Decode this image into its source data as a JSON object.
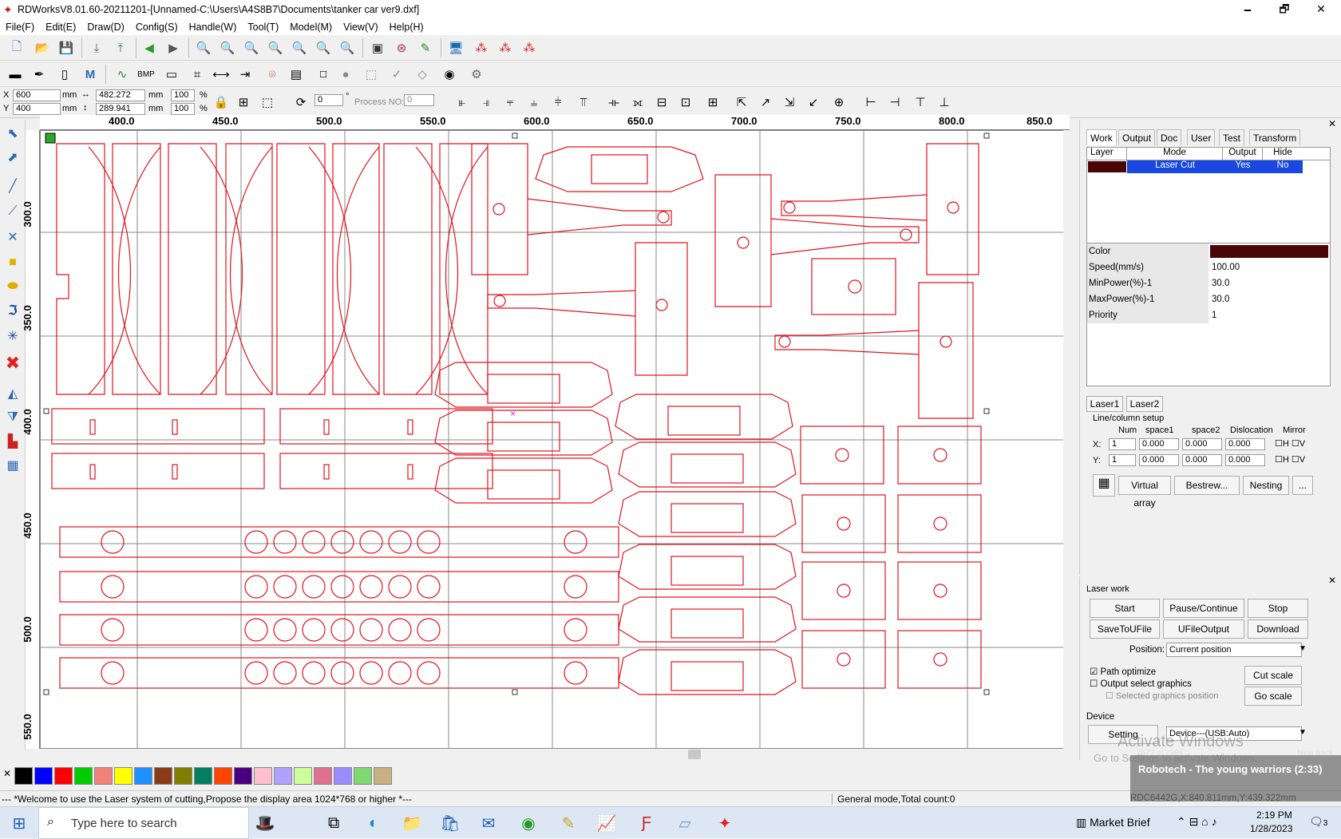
{
  "window": {
    "title": "RDWorksV8.01.60-20211201-[Unnamed-C:\\Users\\A4S8B7\\Documents\\tanker car ver9.dxf]",
    "minimize": "🗕",
    "maximize": "🗗",
    "close": "✕"
  },
  "menu": [
    "File(F)",
    "Edit(E)",
    "Draw(D)",
    "Config(S)",
    "Handle(W)",
    "Tool(T)",
    "Model(M)",
    "View(V)",
    "Help(H)"
  ],
  "coords": {
    "x_label": "X",
    "y_label": "Y",
    "x": "600",
    "y": "400",
    "unit": "mm",
    "w": "482.272",
    "h": "289.941",
    "w_pct": "100",
    "h_pct": "100",
    "pct": "%",
    "rotate": "0",
    "deg": "°",
    "process_label": "Process NO:",
    "process_no": "0"
  },
  "ruler": {
    "h": [
      "400.0",
      "450.0",
      "500.0",
      "550.0",
      "600.0",
      "650.0",
      "700.0",
      "750.0",
      "800.0",
      "850.0"
    ],
    "v": [
      "300.0",
      "350.0",
      "400.0",
      "450.0",
      "500.0",
      "550.0"
    ]
  },
  "tabs": [
    "Work",
    "Output",
    "Doc",
    "User",
    "Test",
    "Transform"
  ],
  "layers": {
    "headers": [
      "Layer",
      "Mode",
      "Output",
      "Hide"
    ],
    "rows": [
      {
        "color": "#4a0606",
        "mode": "Laser Cut",
        "output": "Yes",
        "hide": "No"
      }
    ]
  },
  "props": [
    {
      "name": "Color",
      "value": ""
    },
    {
      "name": "Speed(mm/s)",
      "value": "100.00"
    },
    {
      "name": "MinPower(%)-1",
      "value": "30.0"
    },
    {
      "name": "MaxPower(%)-1",
      "value": "30.0"
    },
    {
      "name": "Priority",
      "value": "1"
    }
  ],
  "laser_tabs": [
    "Laser1",
    "Laser2"
  ],
  "array": {
    "title": "Line/column setup",
    "headers": [
      "Num",
      "space1",
      "space2",
      "Dislocation",
      "Mirror"
    ],
    "x_label": "X:",
    "y_label": "Y:",
    "x": [
      "1",
      "0.000",
      "0.000",
      "0.000"
    ],
    "y": [
      "1",
      "0.000",
      "0.000",
      "0.000"
    ],
    "h": "H",
    "v": "V",
    "virtual_array": "Virtual array",
    "bestrew": "Bestrew...",
    "nesting": "Nesting",
    "more": "..."
  },
  "laserwork": {
    "title": "Laser work",
    "start": "Start",
    "pause": "Pause/Continue",
    "stop": "Stop",
    "save_u": "SaveToUFile",
    "ufile_output": "UFileOutput",
    "download": "Download",
    "position_label": "Position:",
    "position": "Current position",
    "path_optimize": "Path optimize",
    "output_select": "Output select graphics",
    "selected_pos": "Selected graphics position",
    "cut_scale": "Cut scale",
    "go_scale": "Go scale",
    "device_title": "Device",
    "setting": "Setting",
    "device": "Device---(USB:Auto)"
  },
  "palette": [
    "#000000",
    "#0000ff",
    "#ff0000",
    "#00cc00",
    "#f0827a",
    "#ffff00",
    "#1e90ff",
    "#8b3a1a",
    "#808000",
    "#008060",
    "#ff4500",
    "#4b0082",
    "#ffc0cb",
    "#b0a0ff",
    "#ccff99",
    "#e07090",
    "#9a8cff",
    "#80d870",
    "#c8b080"
  ],
  "status": {
    "welcome": "--- *Welcome to use the Laser system of cutting,Propose the display area 1024*768 or higher *---",
    "mode": "General mode,Total count:0",
    "coord": "RDC6442G,X:840.811mm,Y:439.322mm"
  },
  "toast": {
    "count": "2573 of 2986",
    "new_track": "New track",
    "title": "Robotech - The young warriors (2:33)",
    "watermark1": "Activate Windows",
    "watermark2": "Go to Settings to activate Windows."
  },
  "taskbar": {
    "search": "Type here to search",
    "weather": "Market Brief",
    "time": "2:19 PM",
    "date": "1/28/2023",
    "notif": "3"
  }
}
